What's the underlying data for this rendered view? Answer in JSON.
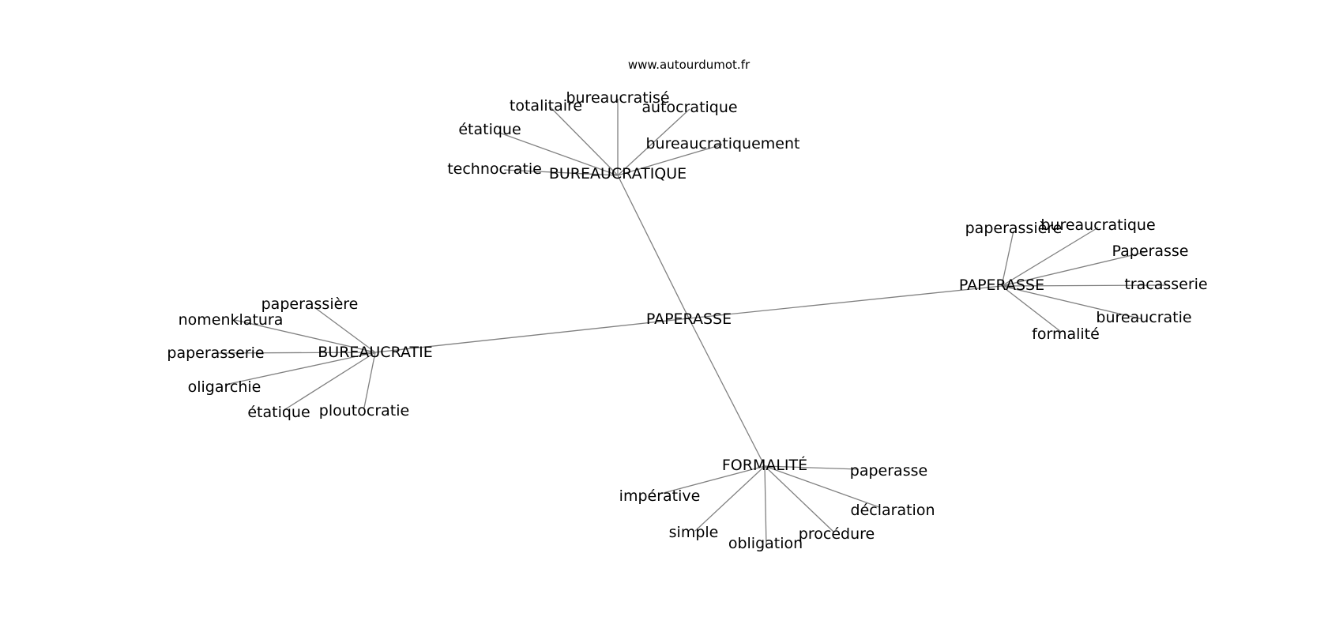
{
  "source": "www.autourdumot.fr",
  "colors": {
    "edge": "#808080",
    "text": "#000000",
    "background": "#ffffff"
  },
  "root": "PAPERASSE",
  "clusters": [
    {
      "id": "bureaucratique",
      "label": "BUREAUCRATIQUE",
      "words": [
        "technocratie",
        "étatique",
        "totalitaire",
        "bureaucratisé",
        "autocratique",
        "bureaucratiquement"
      ]
    },
    {
      "id": "paperasse",
      "label": "PAPERASSE",
      "words": [
        "paperassière",
        "bureaucratique",
        "Paperasse",
        "tracasserie",
        "bureaucratie",
        "formalité"
      ]
    },
    {
      "id": "bureaucratie",
      "label": "BUREAUCRATIE",
      "words": [
        "paperassière",
        "nomenklatura",
        "paperasserie",
        "oligarchie",
        "étatique",
        "ploutocratie"
      ]
    },
    {
      "id": "formalite",
      "label": "FORMALITÉ",
      "words": [
        "paperasse",
        "impérative",
        "simple",
        "obligation",
        "procédure",
        "déclaration"
      ]
    }
  ]
}
